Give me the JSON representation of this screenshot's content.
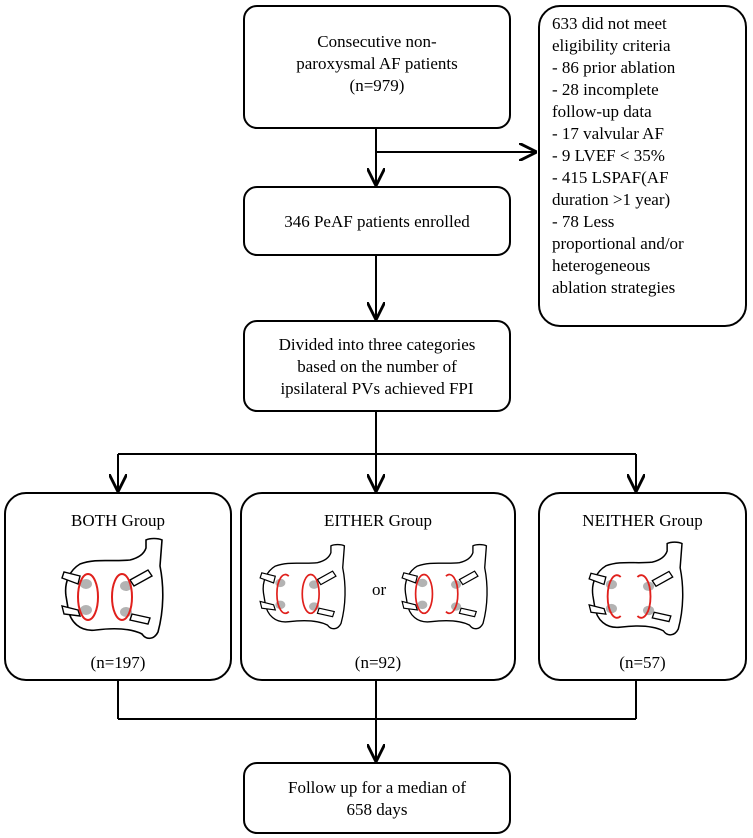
{
  "boxes": {
    "start": {
      "lines": [
        "Consecutive non-",
        "paroxysmal AF patients",
        "(n=979)"
      ]
    },
    "excluded": {
      "lines": [
        "633 did not meet",
        "eligibility criteria",
        "- 86 prior ablation",
        "- 28 incomplete",
        "follow-up data",
        "- 17 valvular AF",
        "- 9 LVEF < 35%",
        "- 415 LSPAF(AF",
        "duration >1 year)",
        "- 78 Less",
        "proportional and/or",
        "heterogeneous",
        "ablation strategies"
      ]
    },
    "enrolled": {
      "text": "346  PeAF patients enrolled"
    },
    "divided": {
      "lines": [
        "Divided into three categories",
        "based on the number of",
        "ipsilateral PVs achieved FPI"
      ]
    },
    "groups": [
      {
        "title": "BOTH Group",
        "count": "(n=197)"
      },
      {
        "title": "EITHER Group",
        "count": "(n=92)",
        "or_label": "or"
      },
      {
        "title": "NEITHER Group",
        "count": "(n=57)"
      }
    ],
    "followup": {
      "lines": [
        "Follow up for a median of",
        "658 days"
      ]
    }
  },
  "colors": {
    "line": "#000000",
    "ring": "#e0201c",
    "blur": "#9a9a9a"
  }
}
